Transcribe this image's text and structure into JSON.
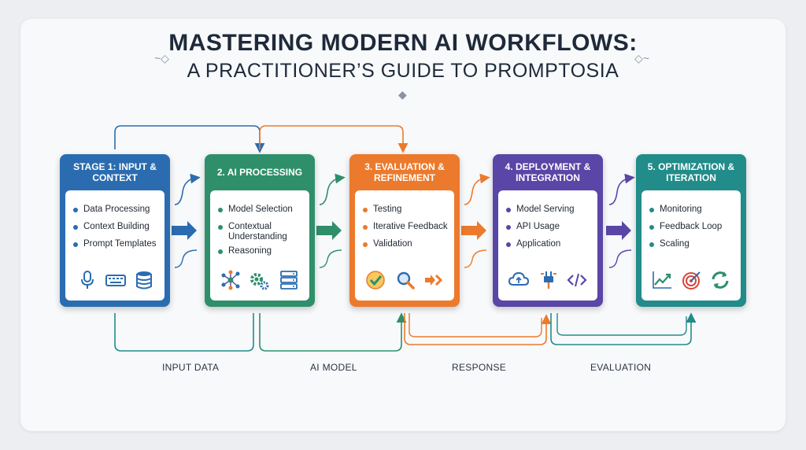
{
  "title": {
    "line1": "MASTERING MODERN AI WORKFLOWS:",
    "line2": "A PRACTITIONER’S GUIDE TO PROMPTOSIA"
  },
  "stages": [
    {
      "title": "STAGE 1: INPUT & CONTEXT",
      "color": "#2b6cb0",
      "items": [
        "Data Processing",
        "Context Building",
        "Prompt Templates"
      ],
      "icons": [
        "microphone-icon",
        "keyboard-icon",
        "database-icon"
      ]
    },
    {
      "title": "2. AI PROCESSING",
      "color": "#2f8f6b",
      "items": [
        "Model Selection",
        "Contextual Understanding",
        "Reasoning"
      ],
      "icons": [
        "neural-network-icon",
        "gears-icon",
        "server-icon"
      ]
    },
    {
      "title": "3. EVALUATION & REFINEMENT",
      "color": "#ec7a2c",
      "items": [
        "Testing",
        "Iterative Feedback",
        "Validation"
      ],
      "icons": [
        "checkmark-icon",
        "magnifier-icon",
        "forward-arrows-icon"
      ]
    },
    {
      "title": "4. DEPLOYMENT & INTEGRATION",
      "color": "#5a46a6",
      "items": [
        "Model Serving",
        "API Usage",
        "Application"
      ],
      "icons": [
        "cloud-icon",
        "plug-icon",
        "code-icon"
      ]
    },
    {
      "title": "5. OPTIMIZATION & ITERATION",
      "color": "#218c8a",
      "items": [
        "Monitoring",
        "Feedback Loop",
        "Scaling"
      ],
      "icons": [
        "trend-chart-icon",
        "target-icon",
        "refresh-icon"
      ]
    }
  ],
  "flow_labels": [
    "INPUT DATA",
    "AI MODEL",
    "RESPONSE",
    "EVALUATION"
  ]
}
